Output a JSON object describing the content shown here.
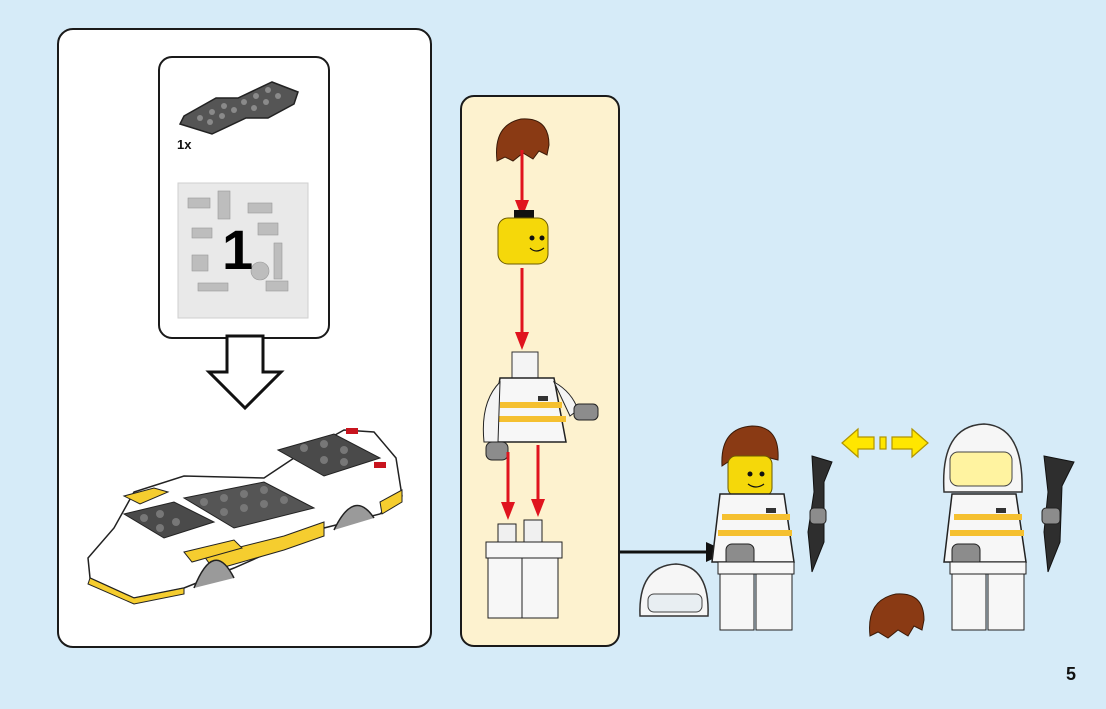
{
  "page": {
    "number": "5",
    "background_color": "#d6ebf8"
  },
  "step": {
    "parts_callout": {
      "quantity_label": "1x",
      "part": "dark-gray-chassis-plate",
      "bag_number": "1"
    },
    "model": "yellow-white-race-car-chassis",
    "arrow": "down-outline-arrow"
  },
  "minifig_assembly": {
    "panel_color": "#fdf2cf",
    "parts": [
      "brown-hair",
      "yellow-head",
      "white-race-suit-torso",
      "white-legs"
    ],
    "arrow_color": "#e0141e"
  },
  "results": {
    "figures": [
      "driver-with-hair-and-wrench",
      "driver-with-helmet-and-wrench"
    ],
    "loose_items": [
      "white-helmet",
      "brown-hair"
    ],
    "swap_arrow_color": "#ffe600"
  },
  "colors": {
    "brand_yellow": "#f5cd2f",
    "hair_brown": "#8a3a14",
    "dark_gray": "#4a4a4a"
  }
}
